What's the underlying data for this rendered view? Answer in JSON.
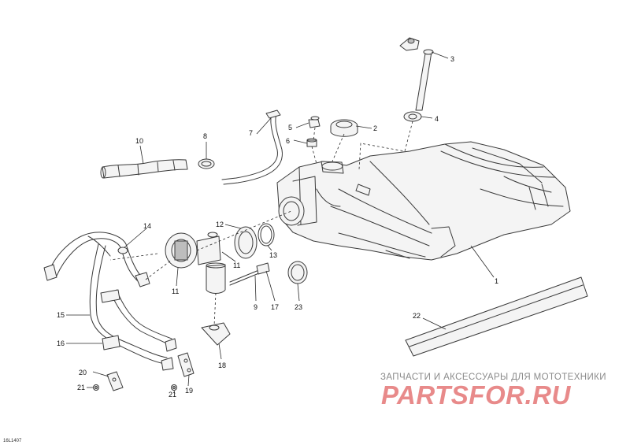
{
  "drawing_ref": "16L1407",
  "watermark": {
    "tagline": "ЗАПЧАСТИ И АКСЕССУАРЫ ДЛЯ МОТОТЕХНИКИ",
    "brand": "PARTSFOR.RU"
  },
  "callouts": [
    {
      "id": "c1",
      "label": "1"
    },
    {
      "id": "c2",
      "label": "2"
    },
    {
      "id": "c3",
      "label": "3"
    },
    {
      "id": "c4",
      "label": "4"
    },
    {
      "id": "c5",
      "label": "5"
    },
    {
      "id": "c6",
      "label": "6"
    },
    {
      "id": "c7",
      "label": "7"
    },
    {
      "id": "c8",
      "label": "8"
    },
    {
      "id": "c9",
      "label": "9"
    },
    {
      "id": "c10",
      "label": "10"
    },
    {
      "id": "c11a",
      "label": "11"
    },
    {
      "id": "c11b",
      "label": "11"
    },
    {
      "id": "c12",
      "label": "12"
    },
    {
      "id": "c13",
      "label": "13"
    },
    {
      "id": "c14",
      "label": "14"
    },
    {
      "id": "c15",
      "label": "15"
    },
    {
      "id": "c16",
      "label": "16"
    },
    {
      "id": "c17",
      "label": "17"
    },
    {
      "id": "c18",
      "label": "18"
    },
    {
      "id": "c19",
      "label": "19"
    },
    {
      "id": "c20",
      "label": "20"
    },
    {
      "id": "c21a",
      "label": "21"
    },
    {
      "id": "c21b",
      "label": "21"
    },
    {
      "id": "c22",
      "label": "22"
    },
    {
      "id": "c23",
      "label": "23"
    }
  ]
}
